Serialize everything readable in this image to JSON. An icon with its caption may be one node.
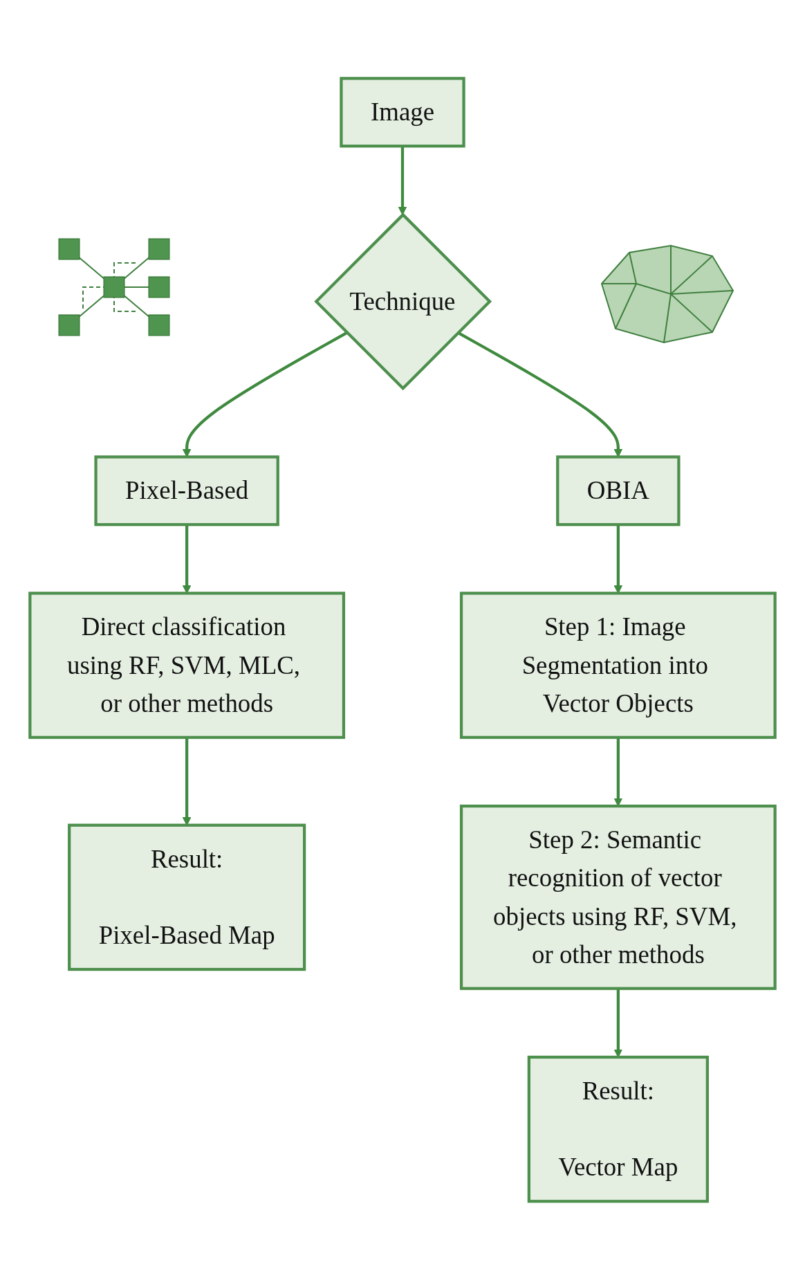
{
  "diagram": {
    "nodes": [
      {
        "text": [
          "Image"
        ]
      },
      {
        "text": [
          "Technique"
        ]
      },
      {
        "text": [
          "Pixel-Based"
        ]
      },
      {
        "text": [
          "OBIA"
        ]
      },
      {
        "text": [
          "Direct classification using RF, SVM, MLC, or other methods"
        ]
      },
      {
        "text": [
          "Result:",
          "Pixel-Based Map"
        ]
      },
      {
        "text": [
          "Step 1: Image Segmentation into Vector Objects"
        ]
      },
      {
        "text": [
          "Step 2: Semantic recognition of vector objects using RF, SVM, or other methods"
        ]
      },
      {
        "text": [
          "Result:",
          "Vector Map"
        ]
      }
    ],
    "edges": [
      {
        "from": 0,
        "to": 1,
        "arrow": "to"
      },
      {
        "from": 1,
        "to": 2,
        "arrow": "to"
      },
      {
        "from": 1,
        "to": 3,
        "arrow": "to"
      },
      {
        "from": 2,
        "to": 4,
        "arrow": "to"
      },
      {
        "from": 4,
        "to": 5,
        "arrow": "to"
      },
      {
        "from": 3,
        "to": 6,
        "arrow": "to"
      },
      {
        "from": 6,
        "to": 7,
        "arrow": "to"
      },
      {
        "from": 7,
        "to": 8,
        "arrow": "to"
      }
    ]
  }
}
